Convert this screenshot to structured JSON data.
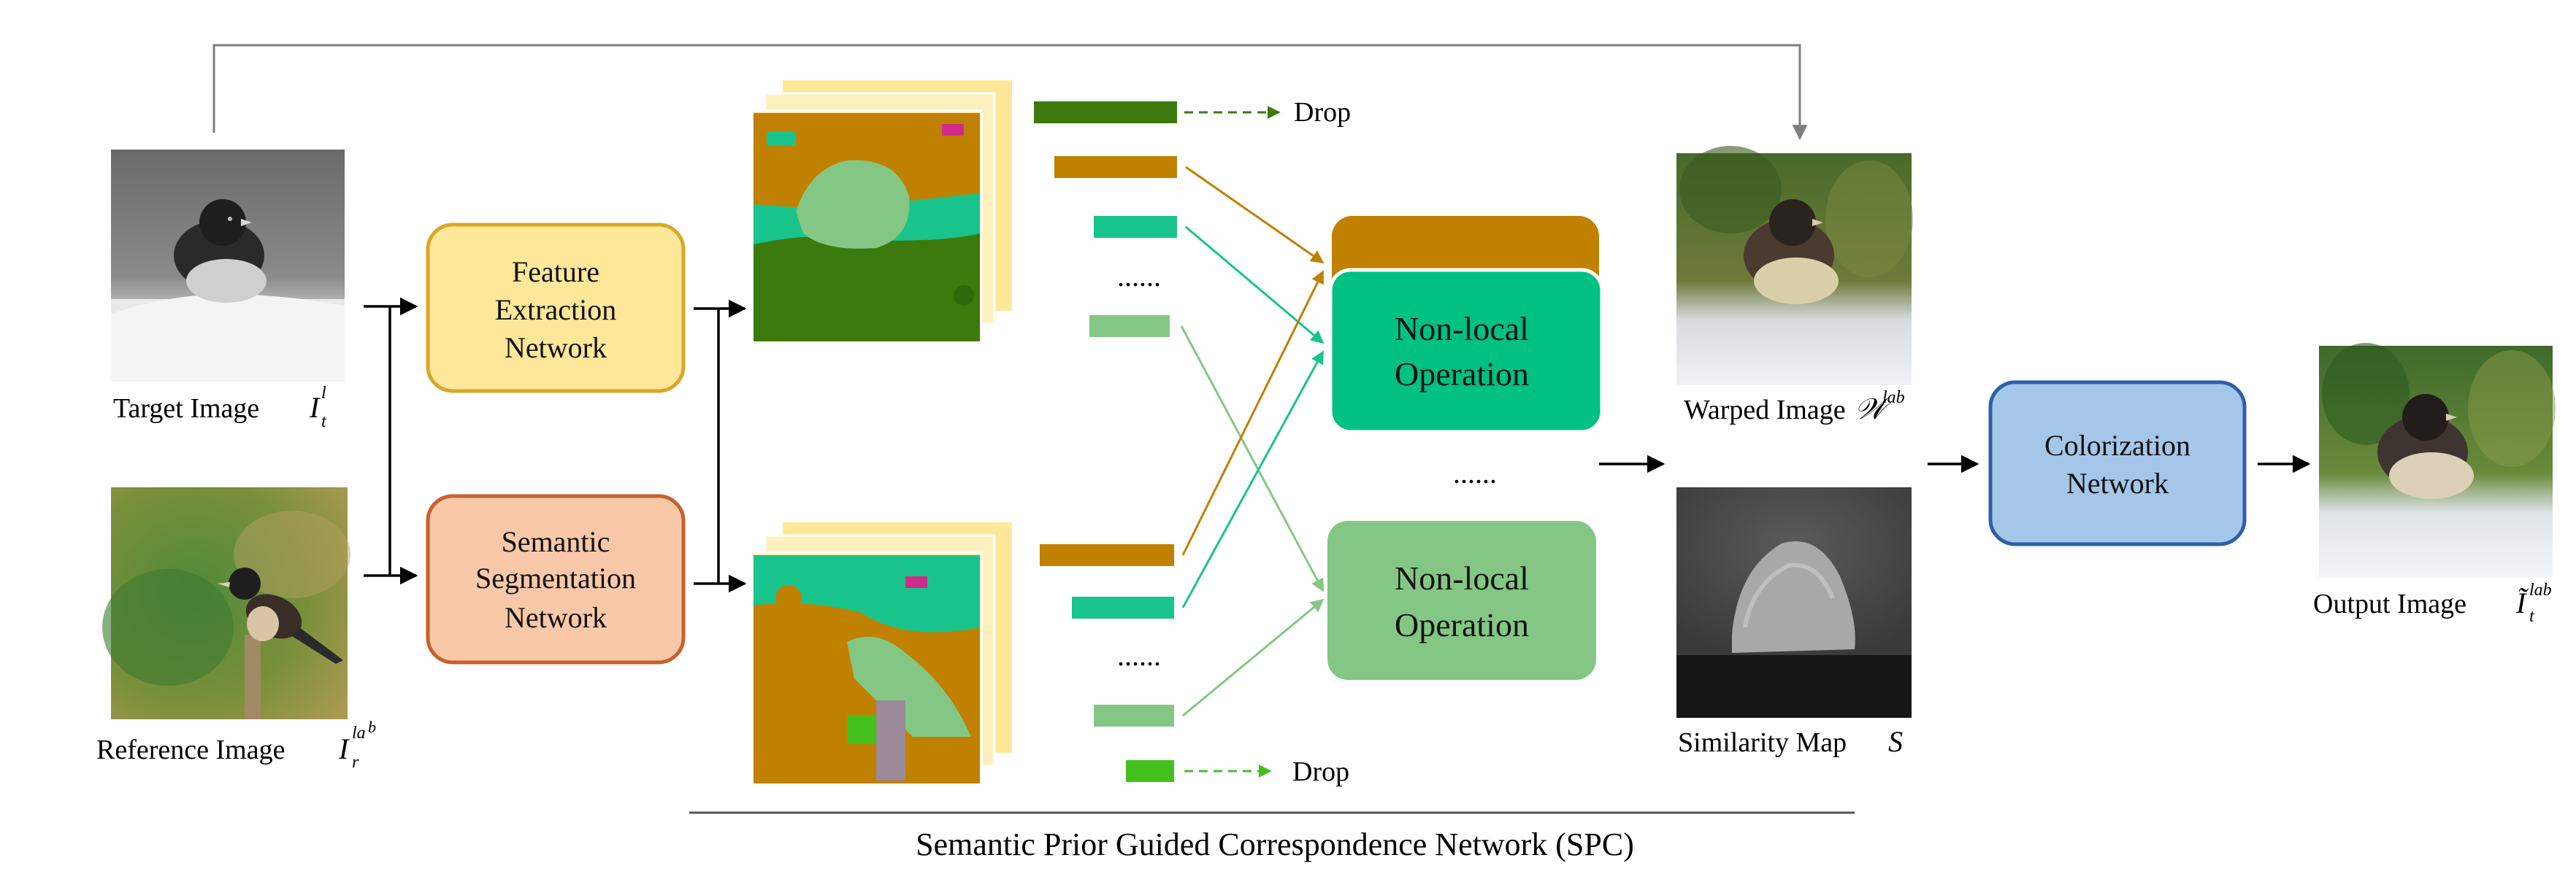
{
  "inputs": {
    "target_label": "Target  Image",
    "reference_label": "Reference  Image"
  },
  "modules": {
    "feature_extraction": [
      "Feature",
      "Extraction",
      "Network"
    ],
    "semantic_segmentation": [
      "Semantic",
      "Segmentation",
      "Network"
    ],
    "nonlocal_top": [
      "Non-local",
      "Operation"
    ],
    "nonlocal_bottom": [
      "Non-local",
      "Operation"
    ],
    "colorization": [
      "Colorization",
      "Network"
    ]
  },
  "drop_top": "Drop",
  "drop_bottom": "Drop",
  "ellipsis": "......",
  "outputs": {
    "warped_label": "Warped  Image",
    "similarity_label": "Similarity Map",
    "output_label": "Output  Image"
  },
  "spc_caption": "Semantic Prior Guided Correspondence Network (SPC)",
  "colors": {
    "feature_box": "#FFE79A",
    "feature_border": "#D9A828",
    "seg_box": "#F8C8A8",
    "seg_border": "#C8602C",
    "nonlocal_top": "#00C082",
    "nonlocal_bottom": "#84C784",
    "nonlocal_header": "#C08000",
    "colorization_box": "#A4C6E8",
    "colorization_border": "#2E5FA8",
    "bar_dark_green": "#3C7A0E",
    "bar_orange": "#C08000",
    "bar_teal": "#18C48C",
    "bar_light_green": "#84C784",
    "bar_bright_green": "#44C01C"
  }
}
